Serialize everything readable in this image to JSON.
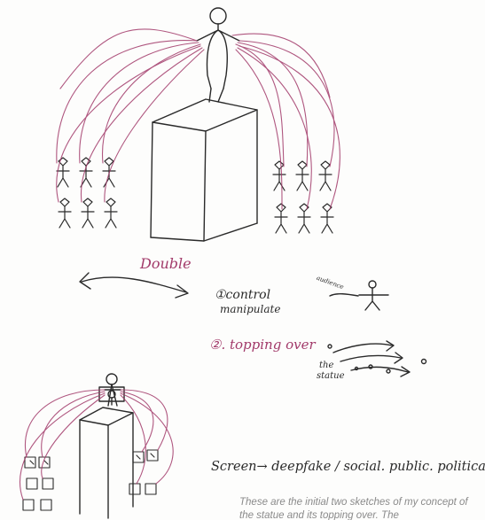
{
  "annotations": {
    "double": "Double",
    "control_prefix": "①control",
    "manipulate": "manipulate",
    "audience": "audience",
    "toppling": "②. topping over",
    "the": "the",
    "statue": "statue",
    "screen_note": "Screen→ deepfake / social. public. political."
  },
  "caption": "These are the initial two sketches of my concept of the statue and its topping over. The",
  "colors": {
    "ink": "#2a2a2a",
    "string": "#a23a6a",
    "caption": "#8a8a8a"
  }
}
